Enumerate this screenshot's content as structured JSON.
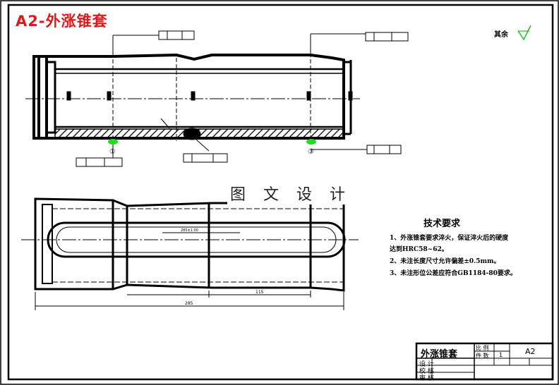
{
  "header": {
    "title": "A2-外涨锥套",
    "title_color": "#e01818",
    "watermark": "图 文 设 计"
  },
  "surface_finish": {
    "rest_label": "其余",
    "symbol_color": "#19c419"
  },
  "technical_requirements": {
    "title": "技术要求",
    "items": [
      "1、外涨锥套要求淬火，保证淬火后的硬度",
      "达到HRC58~62。",
      "2、未注长度尺寸允许偏差±0.5mm。",
      "3、未注形位公差应符合GB1184-80要求。"
    ]
  },
  "title_block": {
    "part_name": "外涨锥套",
    "sheet_size": "A2",
    "rows": [
      "设 计",
      "校 核",
      "审 核"
    ],
    "scale_label": "比 例",
    "qty_label": "件 数",
    "qty_value": "1"
  },
  "datum_markers": [
    "①",
    "③"
  ],
  "dimensions": {
    "overall_length": "285",
    "slot_length": "115",
    "inner_slot": "285±1.00"
  },
  "colors": {
    "line": "#000000",
    "datum_marker": "#22dd22"
  }
}
